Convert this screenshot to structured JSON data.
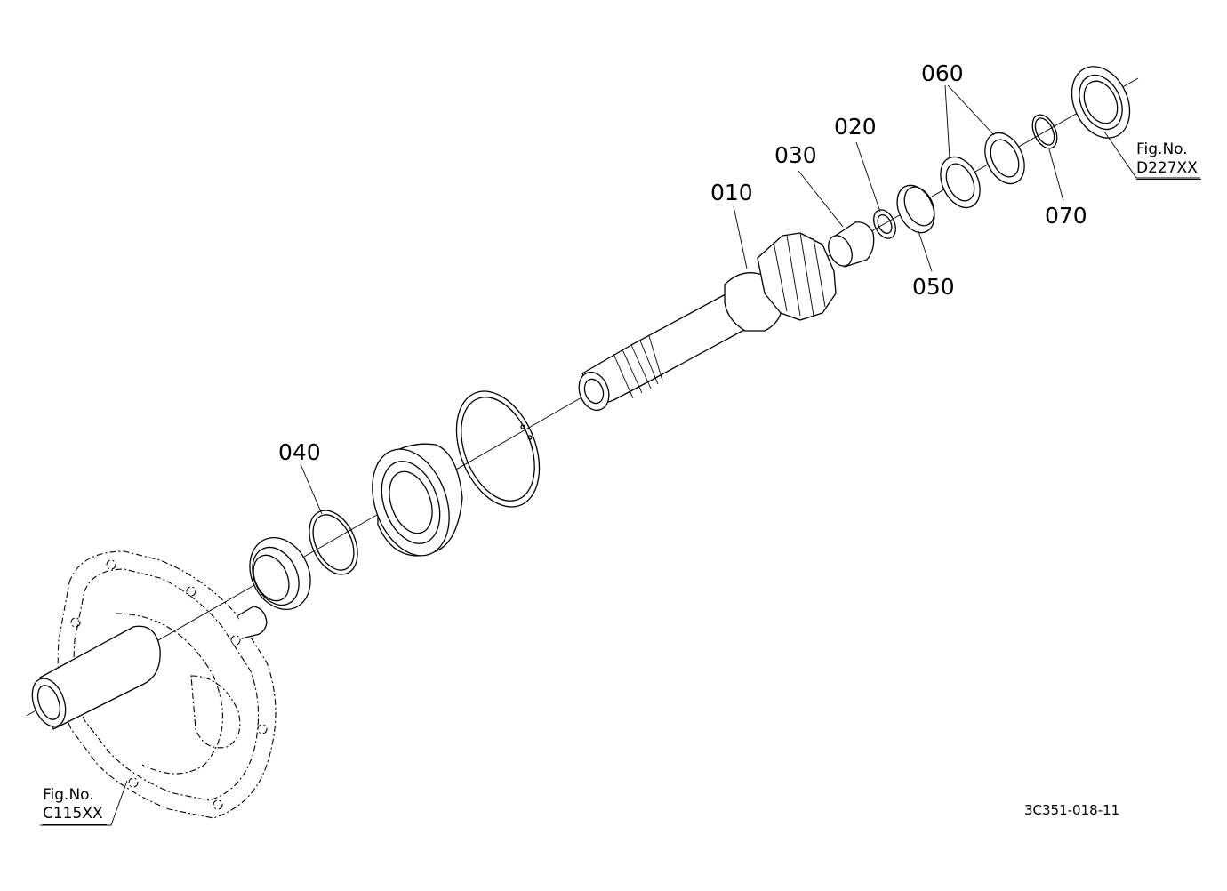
{
  "parts": {
    "p010": "010",
    "p020": "020",
    "p030": "030",
    "p040": "040",
    "p050": "050",
    "p060": "060",
    "p070": "070"
  },
  "figure_refs": {
    "left": {
      "prefix": "Fig.No.",
      "code": "C115XX"
    },
    "right": {
      "prefix": "Fig.No.",
      "code": "D227XX"
    }
  },
  "drawing_number": "3C351-018-11"
}
